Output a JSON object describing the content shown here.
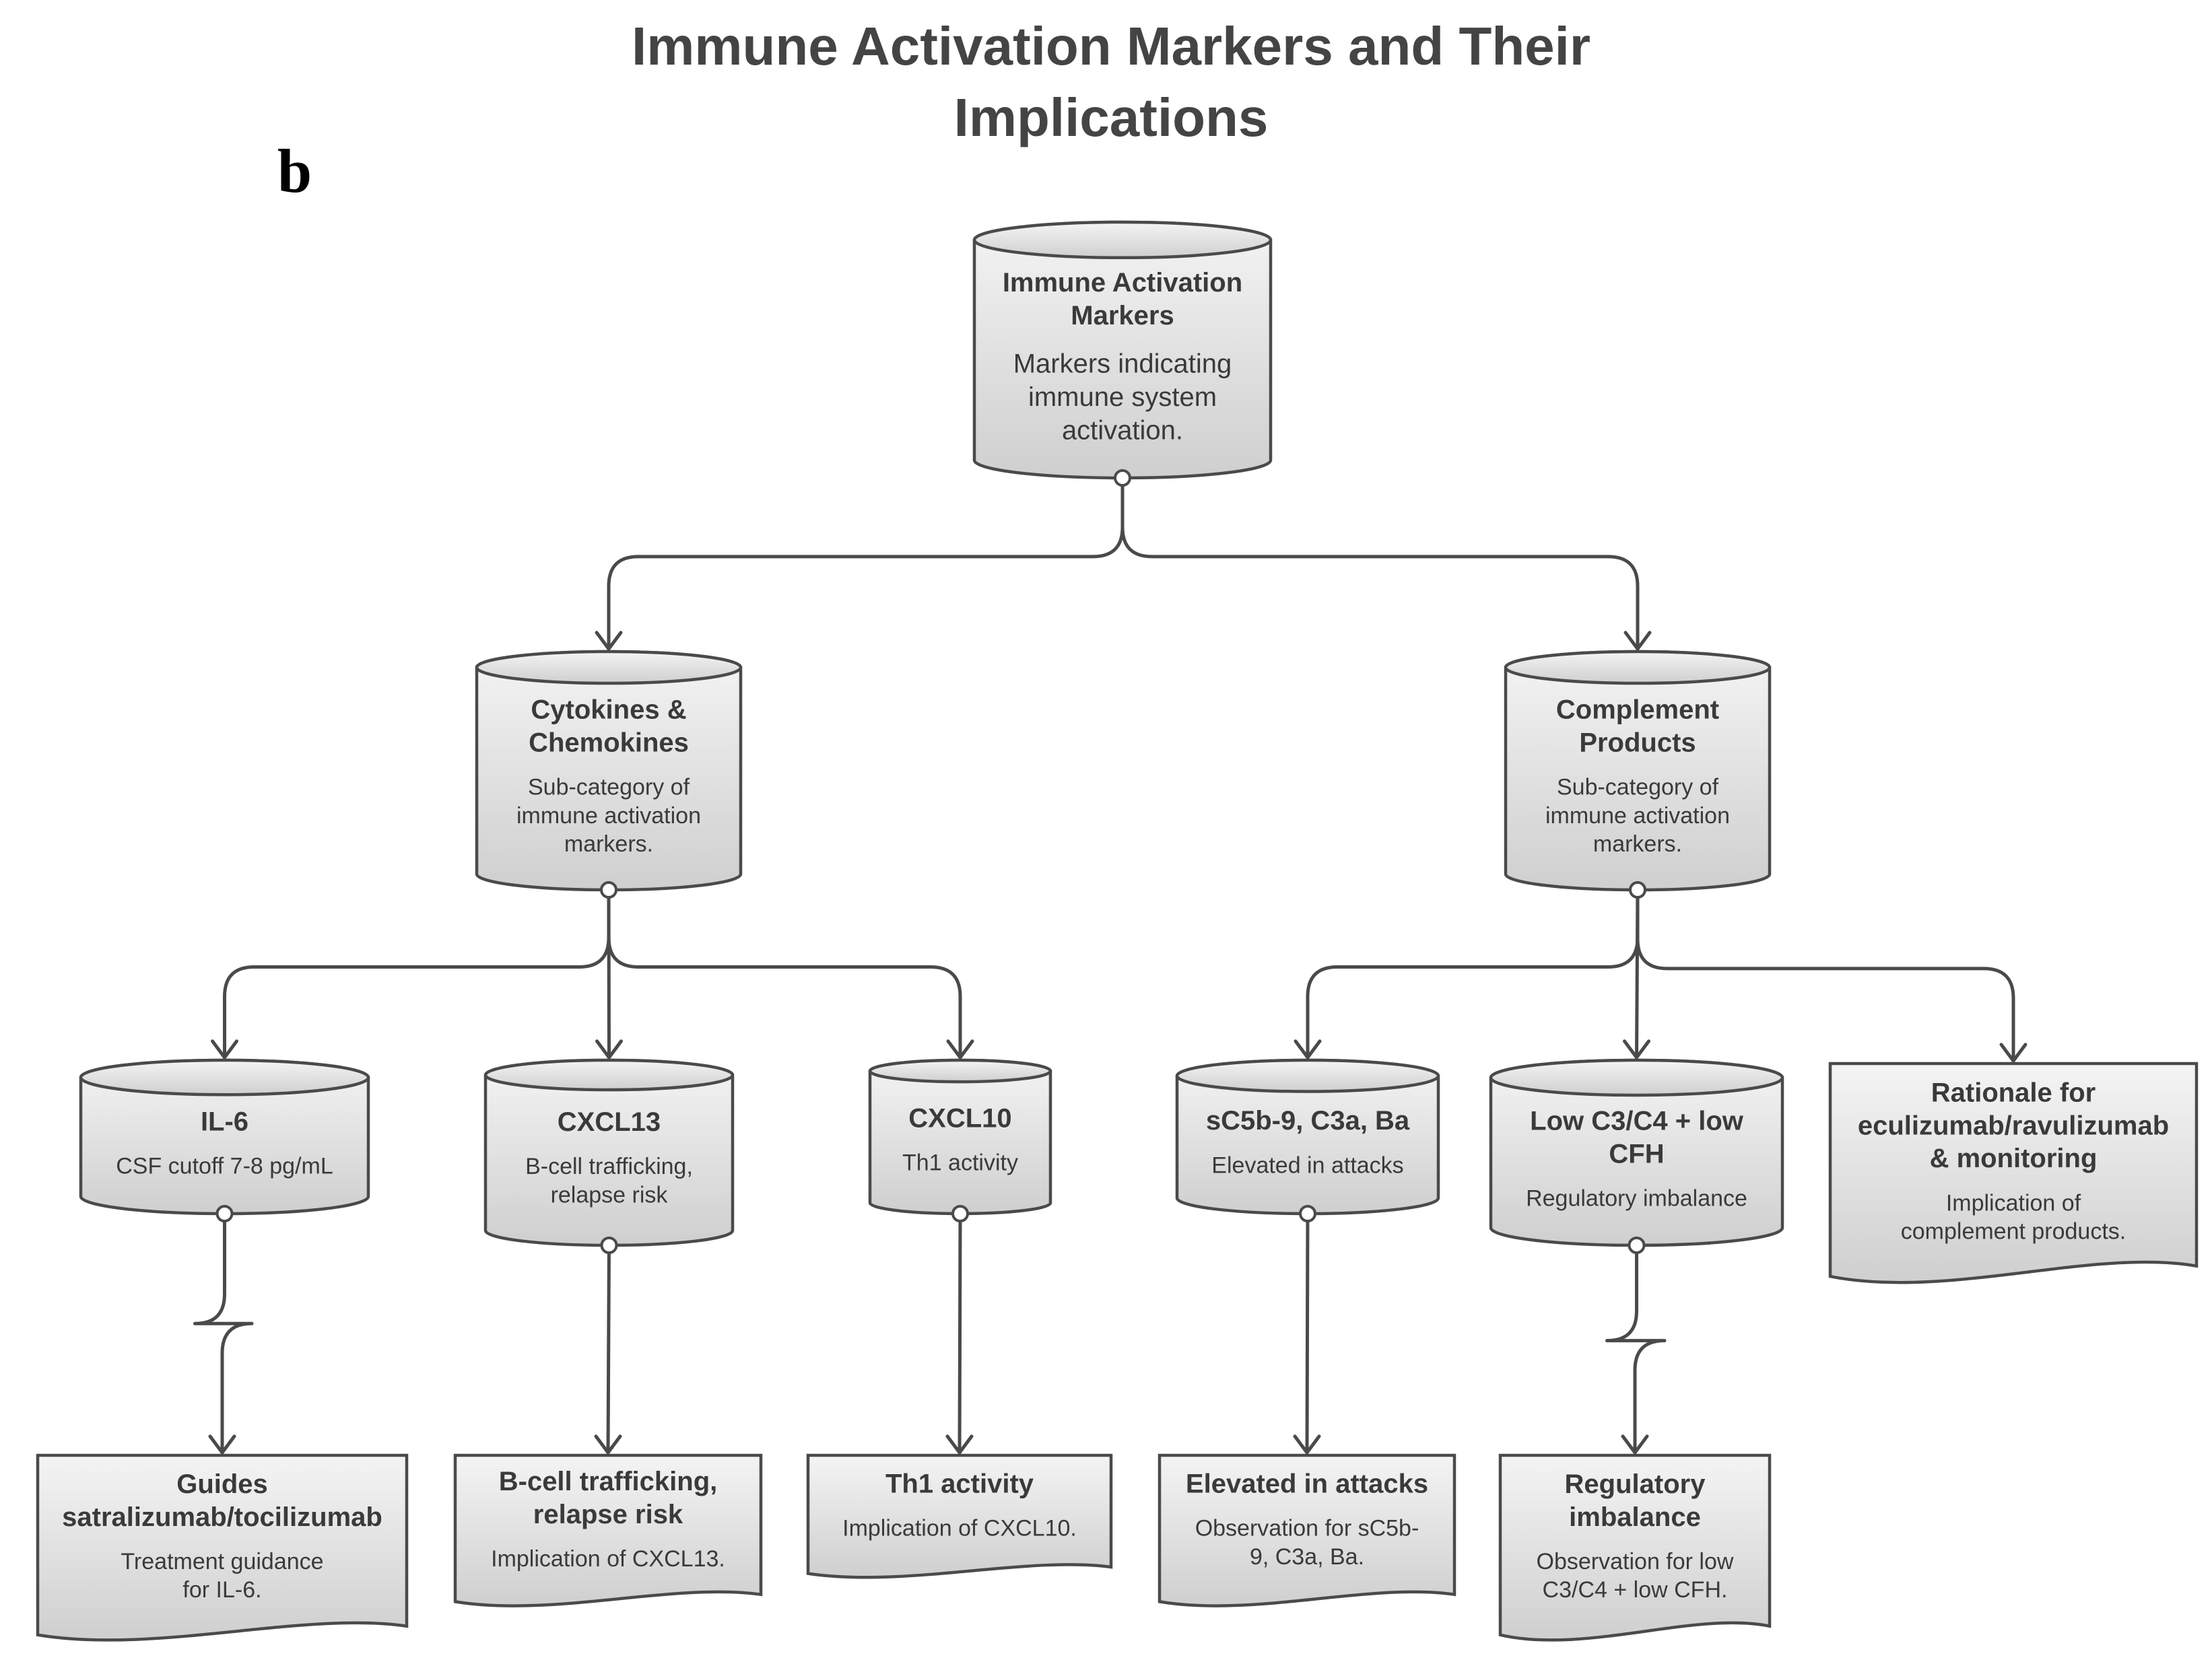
{
  "title": [
    "Immune Activation Markers and Their",
    "Implications"
  ],
  "panel_label": "b",
  "nodes": [
    {
      "id": "root",
      "title": [
        "Immune Activation",
        "Markers"
      ],
      "desc": [
        "Markers indicating",
        "immune system",
        "activation."
      ]
    },
    {
      "id": "cytokines",
      "title": [
        "Cytokines &",
        "Chemokines"
      ],
      "desc": [
        "Sub-category of",
        "immune activation",
        "markers."
      ]
    },
    {
      "id": "complement",
      "title": [
        "Complement",
        "Products"
      ],
      "desc": [
        "Sub-category of",
        "immune activation",
        "markers."
      ]
    },
    {
      "id": "il6",
      "title": [
        "IL-6"
      ],
      "desc": [
        "CSF cutoff 7-8 pg/mL"
      ]
    },
    {
      "id": "cxcl13",
      "title": [
        "CXCL13"
      ],
      "desc": [
        "B-cell trafficking,",
        "relapse risk"
      ]
    },
    {
      "id": "cxcl10",
      "title": [
        "CXCL10"
      ],
      "desc": [
        "Th1 activity"
      ]
    },
    {
      "id": "sc5b9",
      "title": [
        "sC5b-9, C3a, Ba"
      ],
      "desc": [
        "Elevated in attacks"
      ]
    },
    {
      "id": "lowc3",
      "title": [
        "Low C3/C4 + low",
        "CFH"
      ],
      "desc": [
        "Regulatory imbalance"
      ]
    },
    {
      "id": "rationale",
      "title": [
        "Rationale for",
        "eculizumab/ravulizumab",
        "& monitoring"
      ],
      "desc": [
        "Implication of",
        "complement products."
      ]
    },
    {
      "id": "il6_impl",
      "title": [
        "Guides",
        "satralizumab/tocilizumab"
      ],
      "desc": [
        "Treatment guidance",
        "for IL-6."
      ]
    },
    {
      "id": "cxcl13_impl",
      "title": [
        "B-cell trafficking,",
        "relapse risk"
      ],
      "desc": [
        "Implication of CXCL13."
      ]
    },
    {
      "id": "cxcl10_impl",
      "title": [
        "Th1 activity"
      ],
      "desc": [
        "Implication of CXCL10."
      ]
    },
    {
      "id": "sc5b9_impl",
      "title": [
        "Elevated in attacks"
      ],
      "desc": [
        "Observation for sC5b-",
        "9, C3a, Ba."
      ]
    },
    {
      "id": "lowc3_impl",
      "title": [
        "Regulatory",
        "imbalance"
      ],
      "desc": [
        "Observation for low",
        "C3/C4 + low CFH."
      ]
    }
  ],
  "edges": [
    [
      "root",
      "cytokines"
    ],
    [
      "root",
      "complement"
    ],
    [
      "cytokines",
      "il6"
    ],
    [
      "cytokines",
      "cxcl13"
    ],
    [
      "cytokines",
      "cxcl10"
    ],
    [
      "complement",
      "sc5b9"
    ],
    [
      "complement",
      "lowc3"
    ],
    [
      "complement",
      "rationale"
    ],
    [
      "il6",
      "il6_impl"
    ],
    [
      "cxcl13",
      "cxcl13_impl"
    ],
    [
      "cxcl10",
      "cxcl10_impl"
    ],
    [
      "sc5b9",
      "sc5b9_impl"
    ],
    [
      "lowc3",
      "lowc3_impl"
    ]
  ]
}
